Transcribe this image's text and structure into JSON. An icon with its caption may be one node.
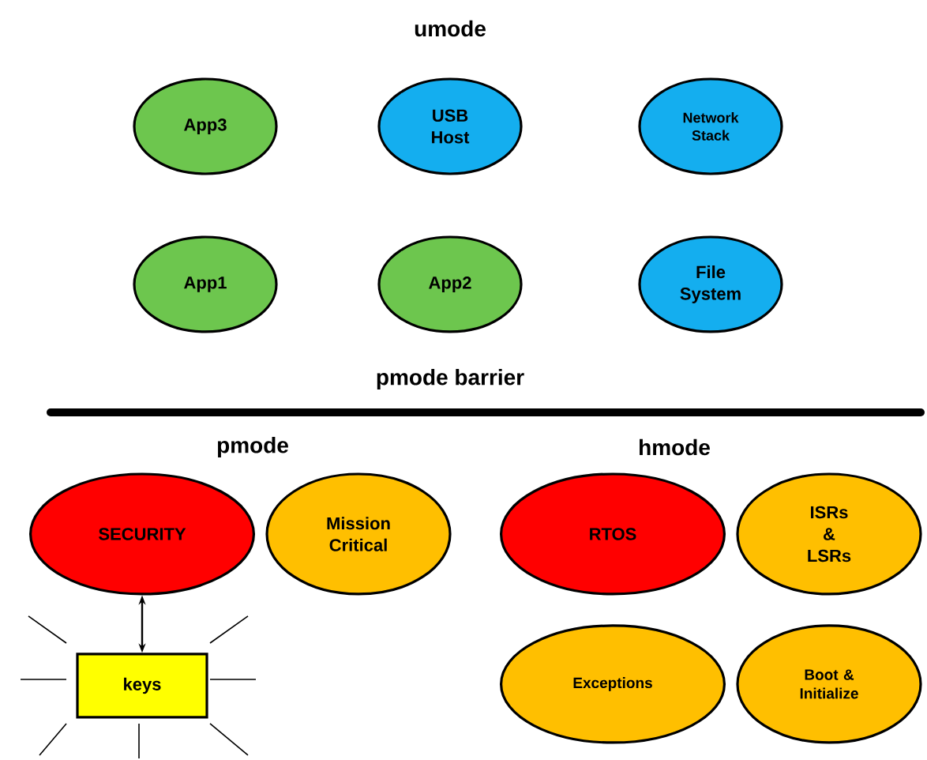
{
  "diagram": {
    "nodes": [
      {
        "text": [
          "App3"
        ]
      },
      {
        "text": [
          "USB Host"
        ]
      },
      {
        "text": [
          "Network Stack"
        ]
      },
      {
        "text": [
          "App1"
        ]
      },
      {
        "text": [
          "App2"
        ]
      },
      {
        "text": [
          "File System"
        ]
      },
      {
        "text": [
          "SECURITY"
        ]
      },
      {
        "text": [
          "Mission Critical"
        ]
      },
      {
        "text": [
          "keys"
        ]
      },
      {
        "text": [
          "RTOS"
        ]
      },
      {
        "text": [
          "ISRs & LSRs"
        ]
      },
      {
        "text": [
          "Exceptions"
        ]
      },
      {
        "text": [
          "Boot & Initialize"
        ]
      }
    ],
    "edges": [
      {
        "from": 6,
        "to": 8,
        "arrow": "both"
      }
    ],
    "labels": [
      "umode",
      "pmode barrier",
      "pmode",
      "hmode"
    ]
  }
}
